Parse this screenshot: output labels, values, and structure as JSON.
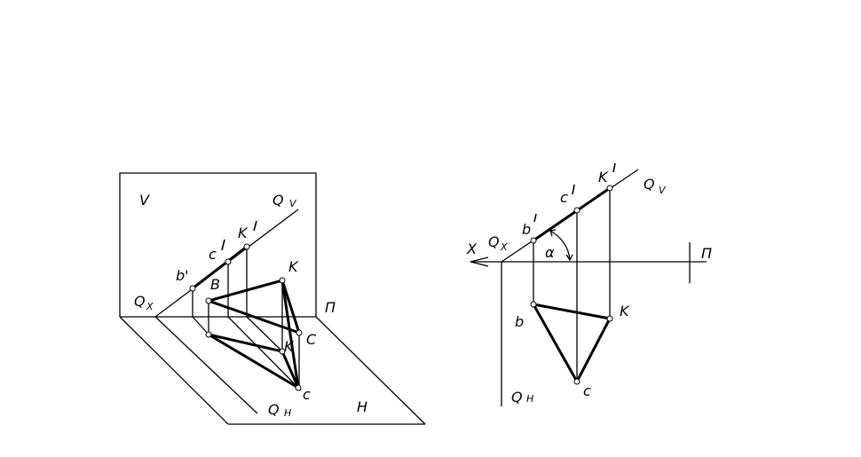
{
  "left_view": {
    "plane_v": "V",
    "plane_h": "H",
    "qv": {
      "main": "Q",
      "sub": "V"
    },
    "qx": {
      "main": "Q",
      "sub": "X"
    },
    "qh": {
      "main": "Q",
      "sub": "H"
    },
    "b_prime": "b'",
    "c_prime": "c",
    "k_prime": "K",
    "B": "B",
    "K": "K",
    "C": "C",
    "k": "K",
    "c": "c",
    "pi": "П"
  },
  "right_view": {
    "x_axis": "X",
    "qx": {
      "main": "Q",
      "sub": "X"
    },
    "qv": {
      "main": "Q",
      "sub": "V"
    },
    "qh": {
      "main": "Q",
      "sub": "H"
    },
    "b_prime": "b",
    "c_prime": "c",
    "k_prime": "K",
    "alpha": "α",
    "b": "b",
    "k": "K",
    "c": "c",
    "pi": "П"
  }
}
